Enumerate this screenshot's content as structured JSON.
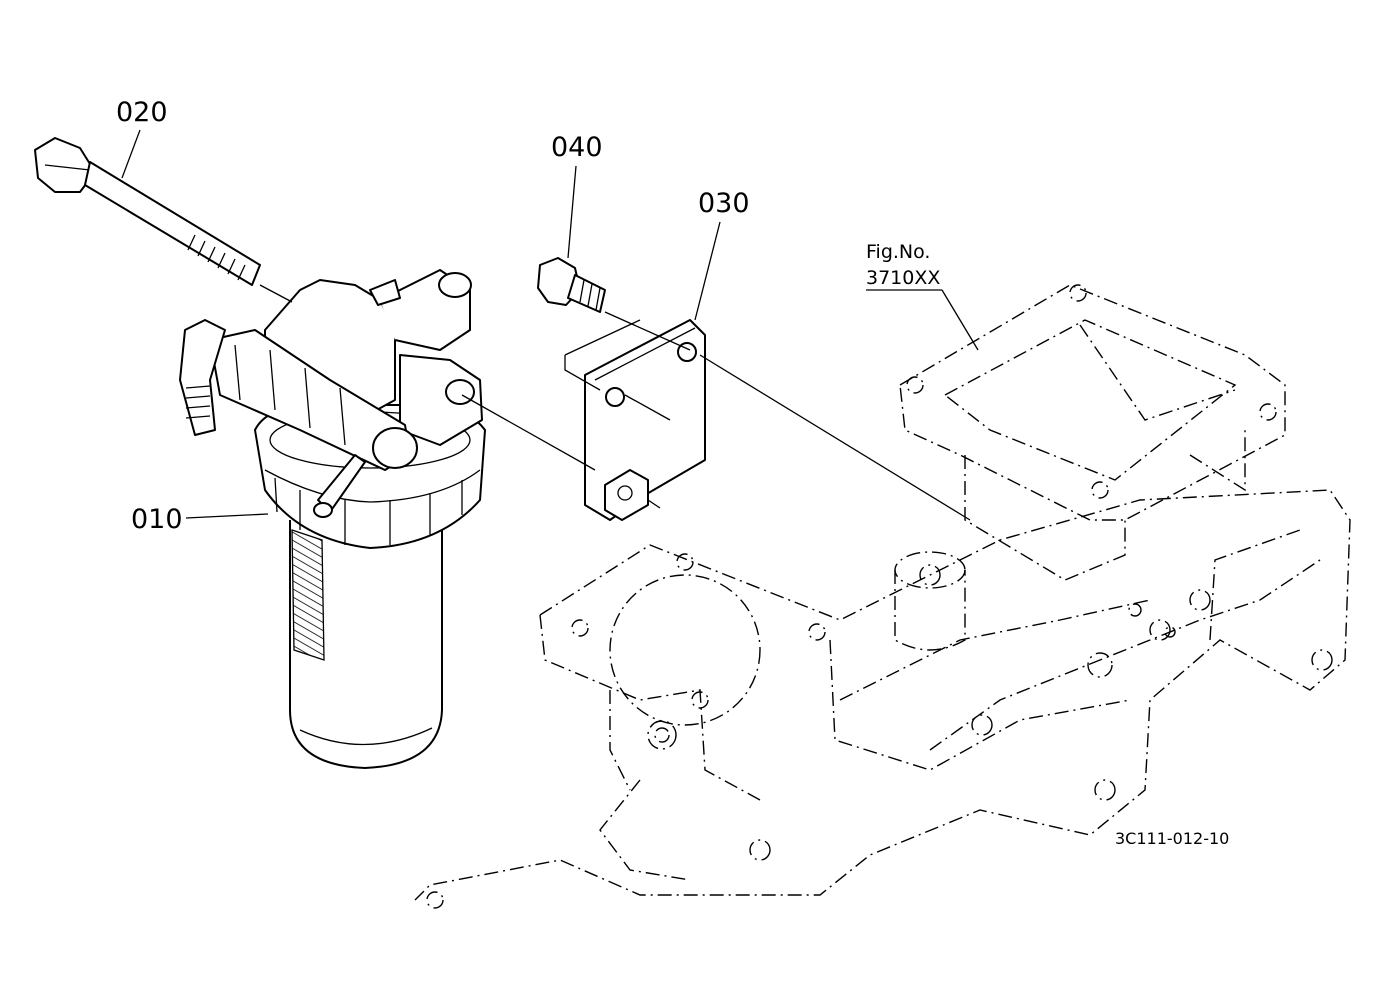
{
  "labels": {
    "part_010": "010",
    "part_020": "020",
    "part_030": "030",
    "part_040": "040",
    "fig_ref_line1": "Fig.No.",
    "fig_ref_line2": "3710XX",
    "drawing_code": "3C111-012-10"
  },
  "colors": {
    "line": "#000000",
    "background": "#ffffff"
  }
}
